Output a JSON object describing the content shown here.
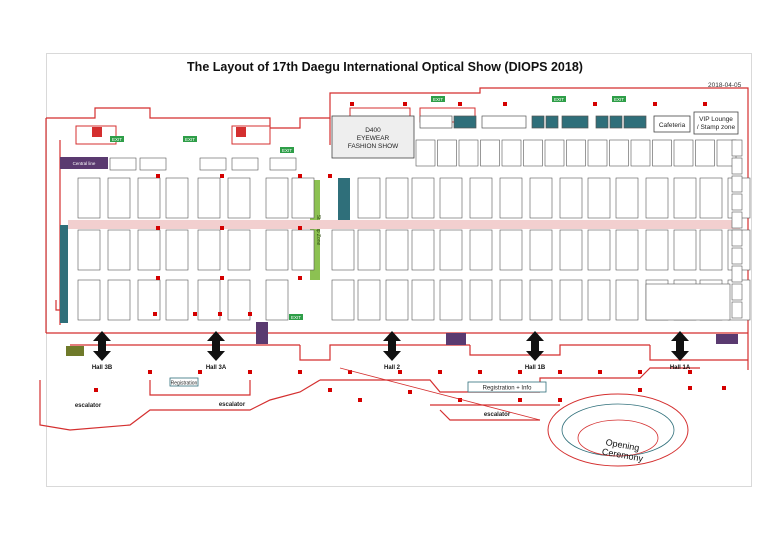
{
  "title": "The Layout of 17th Daegu International Optical Show (DIOPS 2018)",
  "date": "2018-04-05",
  "colors": {
    "wall": "#d42f2f",
    "pillar": "#d40000",
    "booth_stroke": "#555555",
    "exit_green": "#2e9e48",
    "booth_accent": "#5a3a70",
    "teal": "#2f6f7a",
    "aisle": "#f2cfcf",
    "green_zone": "#8cc152",
    "olive": "#6f7a2a"
  },
  "labels": {
    "d400_line1": "D400",
    "d400_line2": "EYEWEAR",
    "d400_line3": "FASHION SHOW",
    "cafeteria": "Cafeteria",
    "vip_line1": "VIP Lounge",
    "vip_line2": "/ Stamp zone",
    "registration_info": "Registration + Info",
    "registration": "Registration",
    "escalator": "escalator",
    "opening_line1": "Opening",
    "opening_line2": "Ceremony",
    "exit": "EXIT",
    "green_zone": "Start-up Zone",
    "central_line": "Central line"
  },
  "halls": [
    "Hall 3B",
    "Hall 3A",
    "Hall 2",
    "Hall 1B",
    "Hall 1A"
  ]
}
